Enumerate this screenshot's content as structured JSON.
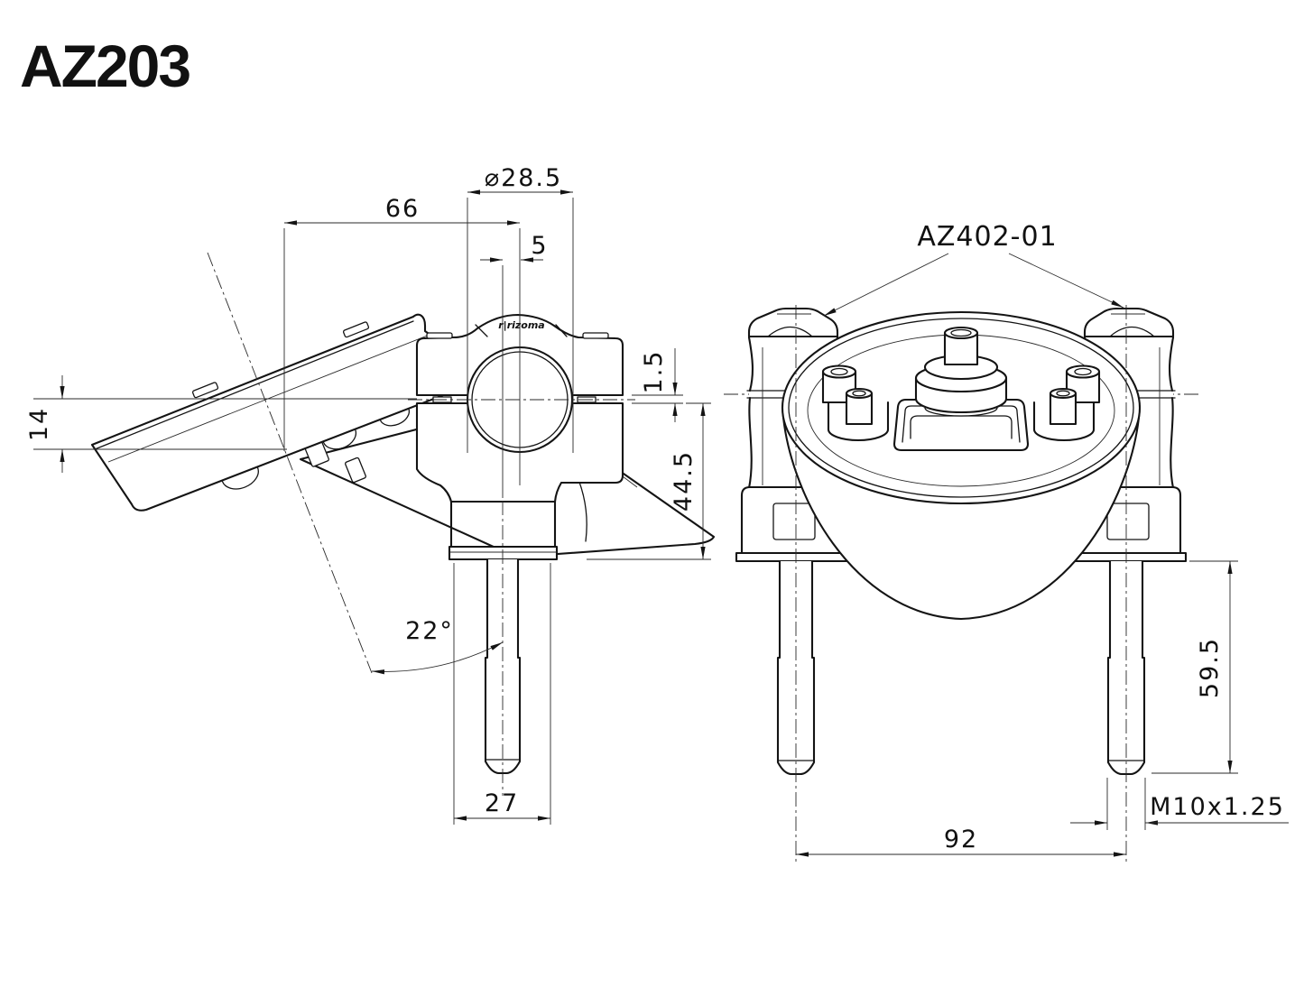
{
  "title": "AZ203",
  "colors": {
    "ink": "#141414",
    "paper": "#ffffff"
  },
  "side_view": {
    "logo": "r|rizoma",
    "dim_diameter": "⌀28.5",
    "dim_plate_reach": "66",
    "dim_bolt_offset": "5",
    "dim_clamp_gap": "1.5",
    "dim_clamp_height": "44.5",
    "dim_plate_depth": "14",
    "dim_plate_angle": "22°",
    "dim_base_width": "27"
  },
  "front_view": {
    "part_label": "AZ402-01",
    "dim_bolt_length": "59.5",
    "dim_thread": "M10x1.25",
    "dim_bolt_spacing": "92"
  }
}
